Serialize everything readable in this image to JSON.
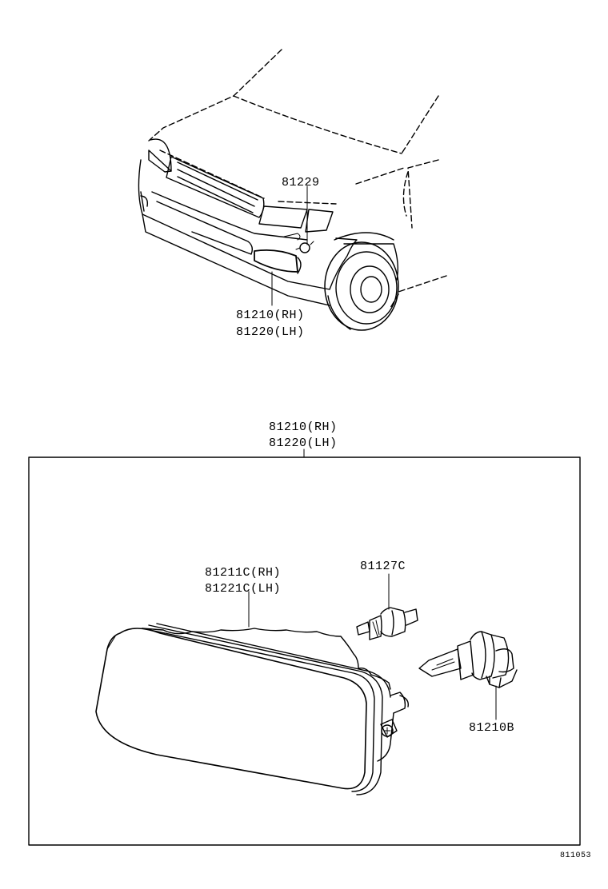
{
  "labels": {
    "bulb_81229": "81229",
    "lamp_rh_top": "81210(RH)",
    "lamp_lh_top": "81220(LH)",
    "assy_rh": "81210(RH)",
    "assy_lh": "81220(LH)",
    "lens_rh": "81211C(RH)",
    "lens_lh": "81221C(LH)",
    "bulb_small": "81127C",
    "bulb_large": "81210B"
  },
  "diagram_code": "811053"
}
